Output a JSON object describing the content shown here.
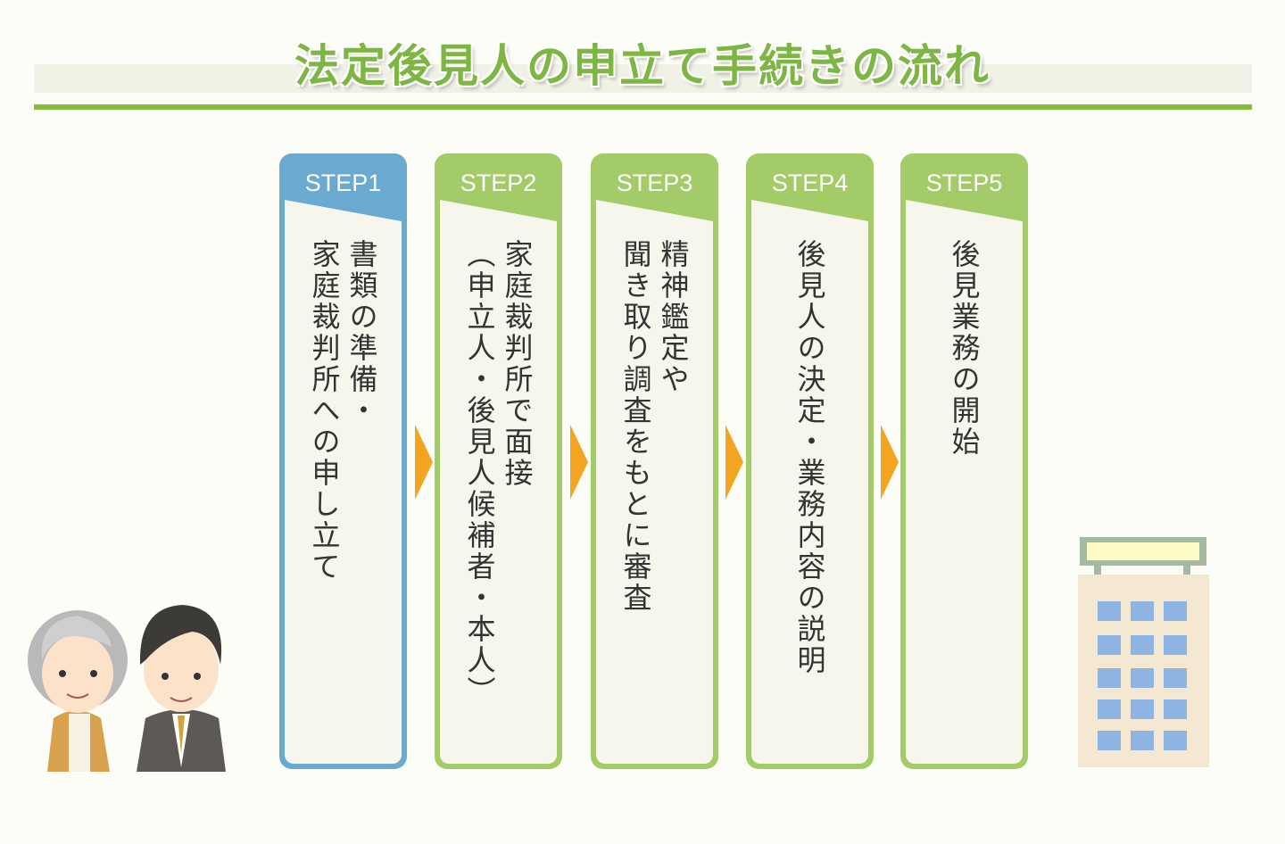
{
  "title": "法定後見人の申立て手続きの流れ",
  "steps": [
    {
      "label": "STEP1",
      "text": "書類の準備・\n家庭裁判所への申し立て"
    },
    {
      "label": "STEP2",
      "text": "家庭裁判所で面接\n（申立人・後見人候補者・本人）"
    },
    {
      "label": "STEP3",
      "text": "精神鑑定や\n聞き取り調査をもとに審査"
    },
    {
      "label": "STEP4",
      "text": "後見人の決定・業務内容の説明"
    },
    {
      "label": "STEP5",
      "text": "後見業務の開始"
    }
  ],
  "colors": {
    "step1": "#6aaad0",
    "steps": "#a3cc68",
    "arrow": "#f3a521",
    "title": "#7db642"
  }
}
